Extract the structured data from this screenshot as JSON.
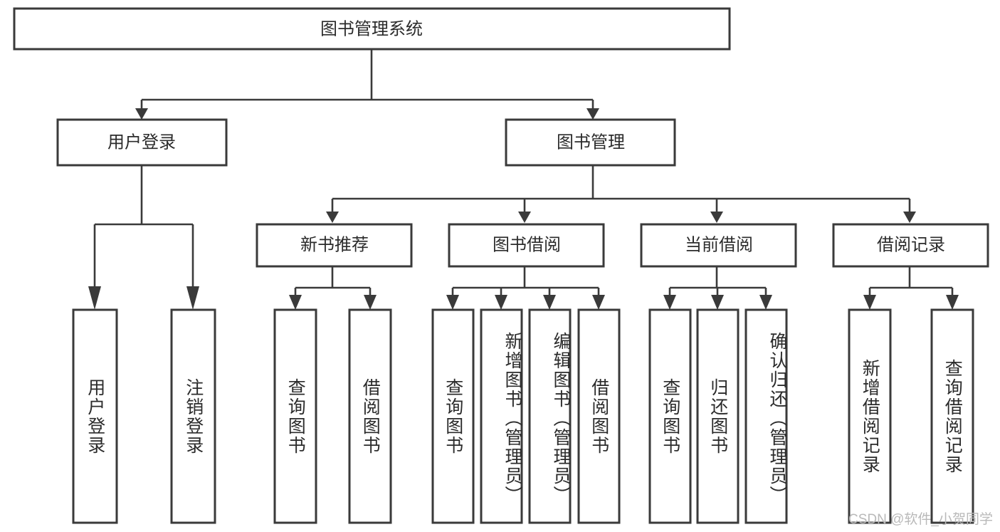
{
  "diagram": {
    "type": "tree-hierarchy-chart",
    "title": "图书管理系统",
    "orientation": "top-down",
    "colors": {
      "box_stroke": "#3a3a3a",
      "box_fill": "#ffffff",
      "connector": "#3a3a3a",
      "text": "#2b2b2b",
      "background": "#ffffff",
      "watermark": "#b9b9b9"
    },
    "levels": {
      "level1_label": "图书管理系统",
      "level2": [
        {
          "id": "n-user-login",
          "label": "用户登录"
        },
        {
          "id": "n-book-manage",
          "label": "图书管理"
        }
      ],
      "level3": [
        {
          "id": "n-new-book-rec",
          "label": "新书推荐",
          "parent": "n-book-manage"
        },
        {
          "id": "n-book-borrow",
          "label": "图书借阅",
          "parent": "n-book-manage"
        },
        {
          "id": "n-current-borrow",
          "label": "当前借阅",
          "parent": "n-book-manage"
        },
        {
          "id": "n-borrow-record",
          "label": "借阅记录",
          "parent": "n-book-manage"
        }
      ],
      "leaves": [
        {
          "id": "leaf-user-login",
          "label": "用户登录",
          "parent": "n-user-login"
        },
        {
          "id": "leaf-logout",
          "label": "注销登录",
          "parent": "n-user-login"
        },
        {
          "id": "leaf-query-book-1",
          "label": "查询图书",
          "parent": "n-new-book-rec"
        },
        {
          "id": "leaf-borrow-book-1",
          "label": "借阅图书",
          "parent": "n-new-book-rec"
        },
        {
          "id": "leaf-query-book-2",
          "label": "查询图书",
          "parent": "n-book-borrow"
        },
        {
          "id": "leaf-add-book",
          "label": "新增图书（管理员）",
          "parent": "n-book-borrow"
        },
        {
          "id": "leaf-edit-book",
          "label": "编辑图书（管理员）",
          "parent": "n-book-borrow"
        },
        {
          "id": "leaf-borrow-book-2",
          "label": "借阅图书",
          "parent": "n-book-borrow"
        },
        {
          "id": "leaf-query-book-3",
          "label": "查询图书",
          "parent": "n-current-borrow"
        },
        {
          "id": "leaf-return-book",
          "label": "归还图书",
          "parent": "n-current-borrow"
        },
        {
          "id": "leaf-confirm-return",
          "label": "确认归还（管理员）",
          "parent": "n-current-borrow"
        },
        {
          "id": "leaf-add-record",
          "label": "新增借阅记录",
          "parent": "n-borrow-record"
        },
        {
          "id": "leaf-query-record",
          "label": "查询借阅记录",
          "parent": "n-borrow-record"
        }
      ]
    },
    "watermark": "CSDN @软件_小贺同学"
  }
}
